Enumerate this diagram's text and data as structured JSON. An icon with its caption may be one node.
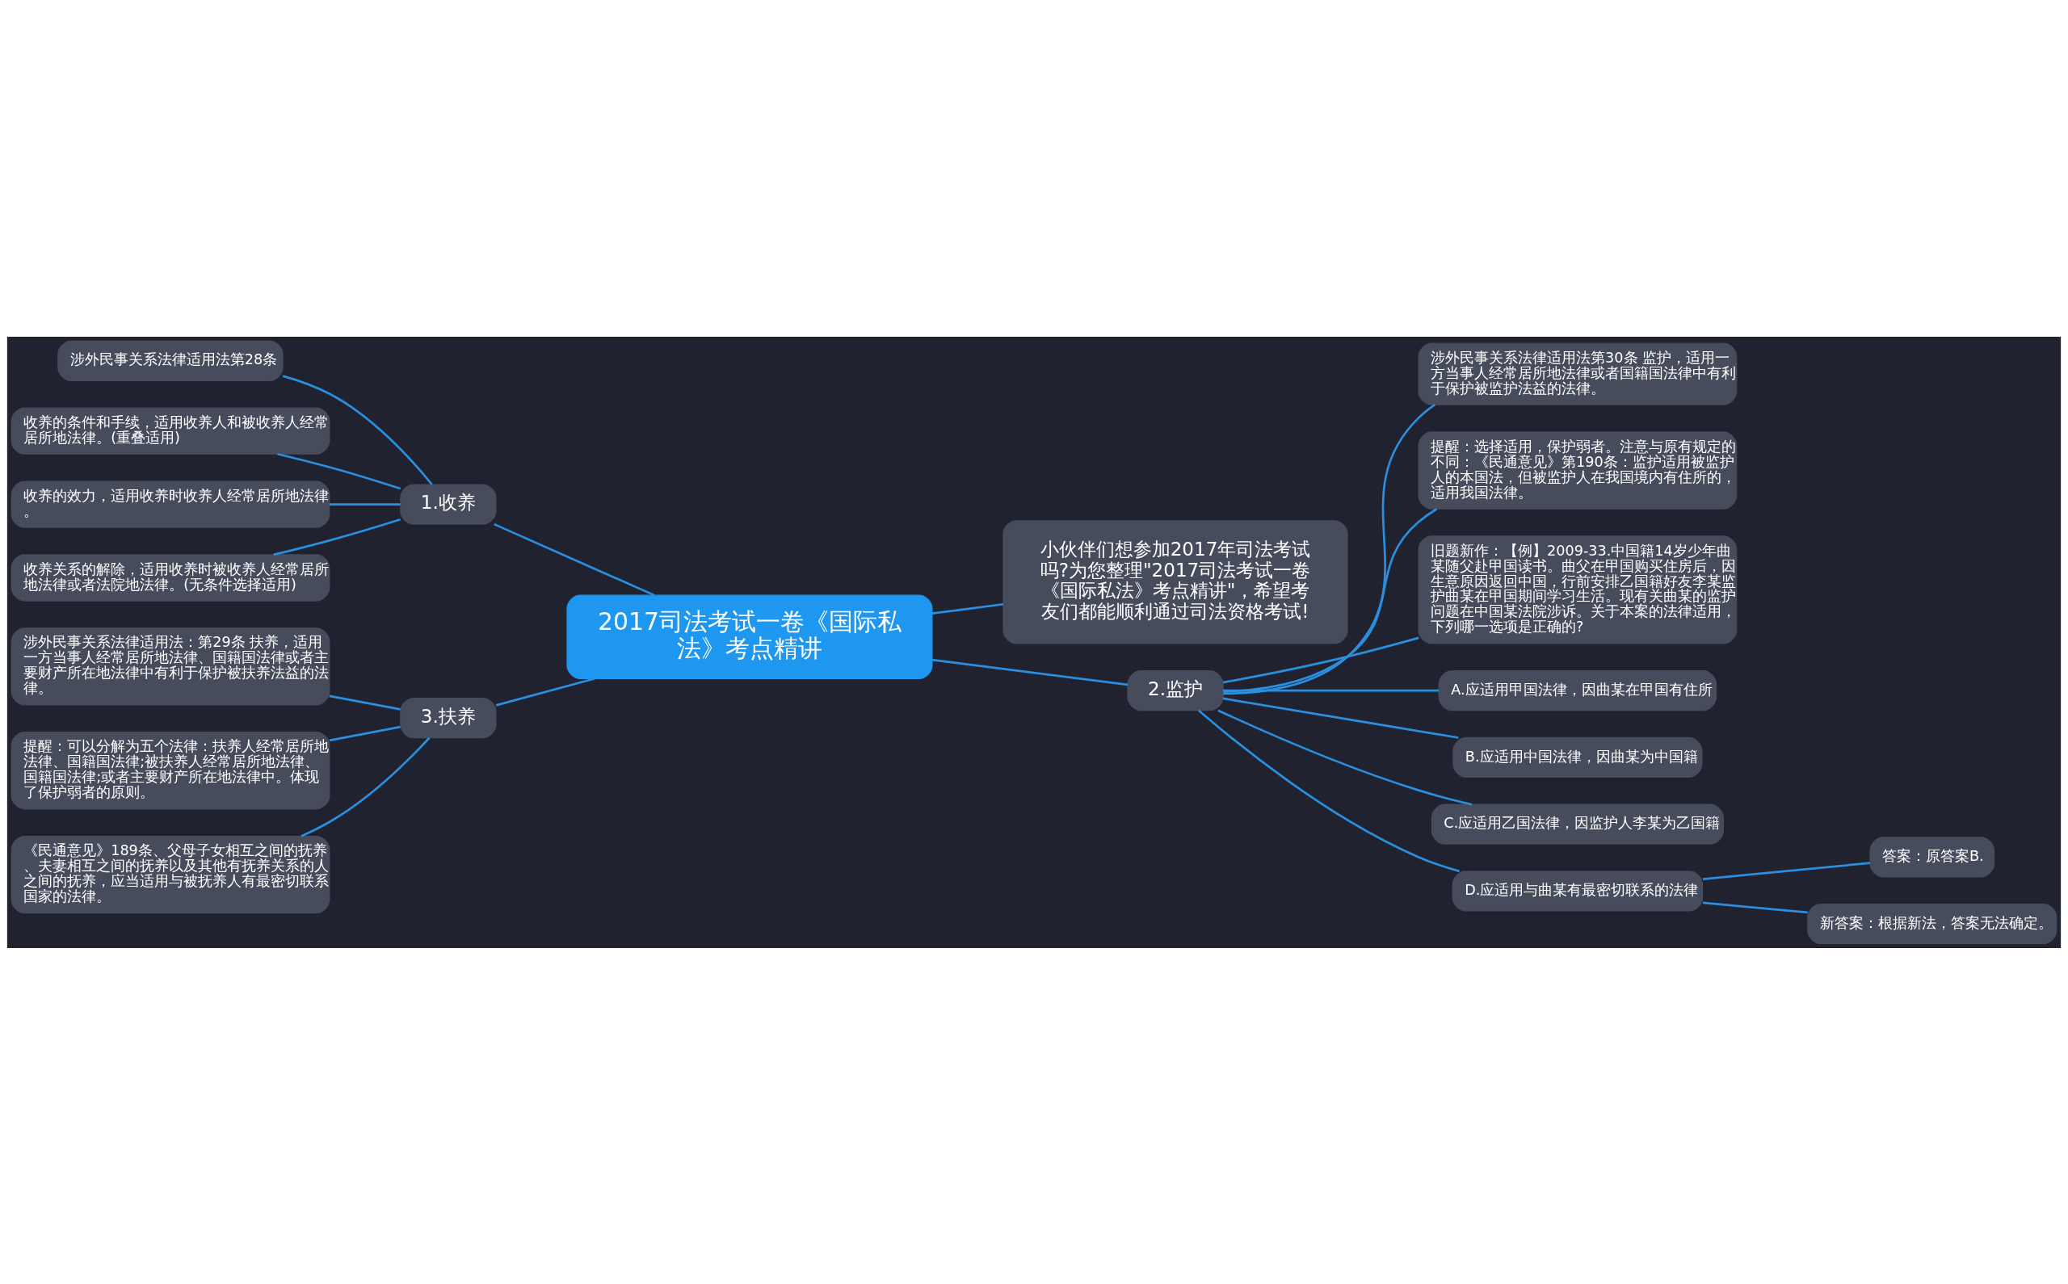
{
  "diagram": {
    "nodes": [
      {
        "text": [
          "2017司法考试一卷《国际私法》考点精讲"
        ]
      },
      {
        "text": [
          "小伙伴们想参加2017年司法考试吗?为您整理\"2017司法考试一卷《国际私法》考点精讲\"，希望考友们都能顺利通过司法资格考试!"
        ]
      },
      {
        "text": [
          "1.收养"
        ]
      },
      {
        "text": [
          "涉外民事关系法律适用法第28条"
        ]
      },
      {
        "text": [
          "收养的条件和手续，适用收养人和被收养人经常居所地法律。(重叠适用)"
        ]
      },
      {
        "text": [
          "收养的效力，适用收养时收养人经常居所地法律。"
        ]
      },
      {
        "text": [
          "收养关系的解除，适用收养时被收养人经常居所地法律或者法院地法律。(无条件选择适用)"
        ]
      },
      {
        "text": [
          "2.监护"
        ]
      },
      {
        "text": [
          "涉外民事关系法律适用法第30条 监护，适用一方当事人经常居所地法律或者国籍国法律中有利于保护被监护法益的法律。"
        ]
      },
      {
        "text": [
          "提醒：选择适用，保护弱者。注意与原有规定的不同：《民通意见》第190条：监护适用被监护人的本国法，但被监护人在我国境内有住所的，适用我国法律。"
        ]
      },
      {
        "text": [
          "旧题新作：【例】2009-33.中国籍14岁少年曲某随父赴甲国读书。曲父在甲国购买住房后，因生意原因返回中国，行前安排乙国籍好友李某监护曲某在甲国期间学习生活。现有关曲某的监护问题在中国某法院涉诉。关于本案的法律适用，下列哪一选项是正确的?"
        ]
      },
      {
        "text": [
          "A.应适用甲国法律，因曲某在甲国有住所"
        ]
      },
      {
        "text": [
          "B.应适用中国法律，因曲某为中国籍"
        ]
      },
      {
        "text": [
          "C.应适用乙国法律，因监护人李某为乙国籍"
        ]
      },
      {
        "text": [
          "D.应适用与曲某有最密切联系的法律"
        ]
      },
      {
        "text": [
          "答案：原答案B."
        ]
      },
      {
        "text": [
          "新答案：根据新法，答案无法确定。"
        ]
      },
      {
        "text": [
          "3.扶养"
        ]
      },
      {
        "text": [
          "涉外民事关系法律适用法：第29条 扶养，适用一方当事人经常居所地法律、国籍国法律或者主要财产所在地法律中有利于保护被扶养法益的法律。"
        ]
      },
      {
        "text": [
          "提醒：可以分解为五个法律：扶养人经常居所地法律、国籍国法律;被扶养人经常居所地法律、国籍国法律;或者主要财产所在地法律中。体现了保护弱者的原则。"
        ]
      },
      {
        "text": [
          "《民通意见》189条、父母子女相互之间的抚养、夫妻相互之间的抚养以及其他有抚养关系的人之间的抚养，应当适用与被抚养人有最密切联系国家的法律。"
        ]
      }
    ],
    "edges": [
      {
        "from": 0,
        "to": 1,
        "arrow": "none"
      },
      {
        "from": 0,
        "to": 2,
        "arrow": "none"
      },
      {
        "from": 2,
        "to": 3,
        "arrow": "none"
      },
      {
        "from": 2,
        "to": 4,
        "arrow": "none"
      },
      {
        "from": 2,
        "to": 5,
        "arrow": "none"
      },
      {
        "from": 2,
        "to": 6,
        "arrow": "none"
      },
      {
        "from": 0,
        "to": 7,
        "arrow": "none"
      },
      {
        "from": 7,
        "to": 8,
        "arrow": "none"
      },
      {
        "from": 7,
        "to": 9,
        "arrow": "none"
      },
      {
        "from": 7,
        "to": 10,
        "arrow": "none"
      },
      {
        "from": 7,
        "to": 11,
        "arrow": "none"
      },
      {
        "from": 7,
        "to": 12,
        "arrow": "none"
      },
      {
        "from": 7,
        "to": 13,
        "arrow": "none"
      },
      {
        "from": 7,
        "to": 14,
        "arrow": "none"
      },
      {
        "from": 14,
        "to": 15,
        "arrow": "none"
      },
      {
        "from": 14,
        "to": 16,
        "arrow": "none"
      },
      {
        "from": 0,
        "to": 17,
        "arrow": "none"
      },
      {
        "from": 17,
        "to": 18,
        "arrow": "none"
      },
      {
        "from": 17,
        "to": 19,
        "arrow": "none"
      },
      {
        "from": 17,
        "to": 20,
        "arrow": "none"
      }
    ]
  }
}
